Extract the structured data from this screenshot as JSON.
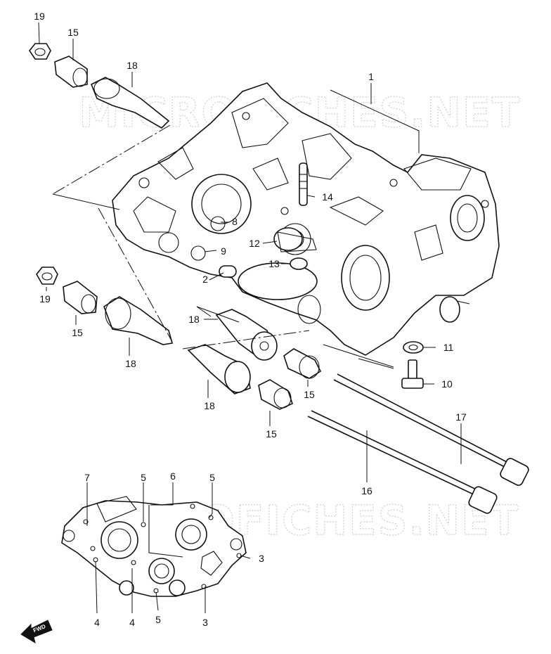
{
  "watermark": {
    "text": "MICROFICHES.NET"
  },
  "fwd_label": "FWD",
  "callouts": {
    "c1": "1",
    "c2": "2",
    "c3a": "3",
    "c3b": "3",
    "c4a": "4",
    "c4b": "4",
    "c5a": "5",
    "c5b": "5",
    "c5c": "5",
    "c6": "6",
    "c7": "7",
    "c8": "8",
    "c9": "9",
    "c10": "10",
    "c11": "11",
    "c12": "12",
    "c13": "13",
    "c14": "14",
    "c15a": "15",
    "c15b": "15",
    "c15c": "15",
    "c15d": "15",
    "c16": "16",
    "c17": "17",
    "c18a": "18",
    "c18b": "18",
    "c18c": "18",
    "c18d": "18",
    "c19a": "19",
    "c19b": "19"
  }
}
